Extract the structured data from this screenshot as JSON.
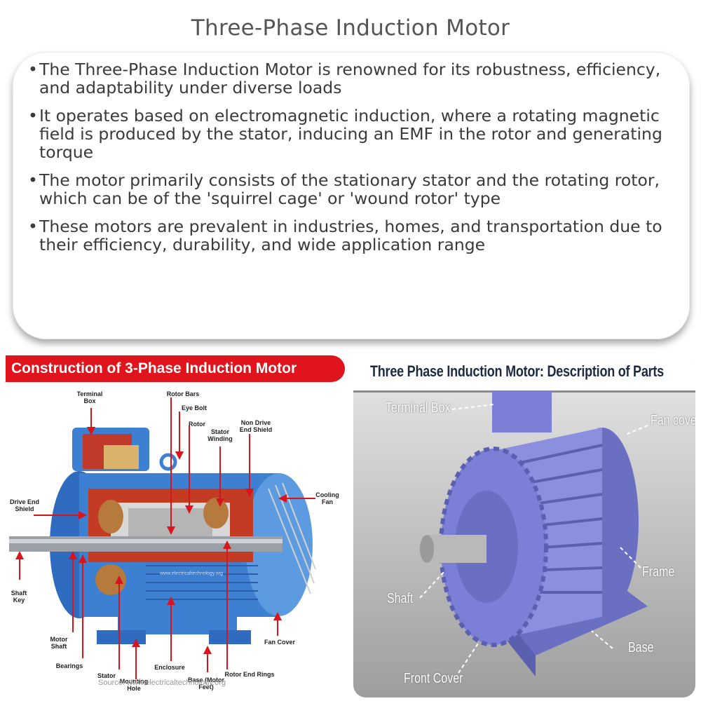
{
  "title": "Three-Phase Induction Motor",
  "bullets": [
    "The Three-Phase Induction Motor is renowned for its robustness, efficiency, and adaptability under diverse loads",
    "It operates based on electromagnetic induction, where a rotating magnetic field is produced by the stator, inducing an EMF in the rotor and generating torque",
    "The motor primarily consists of the stationary stator and the rotating rotor, which can be of the 'squirrel cage' or 'wound rotor' type",
    "These motors are prevalent in industries, homes, and transportation due to their efficiency, durability, and wide application range"
  ],
  "left_image": {
    "banner": "Construction of 3-Phase Induction Motor",
    "labels": {
      "terminal_box": "Terminal Box",
      "rotor_bars": "Rotor Bars",
      "eye_bolt": "Eye Bolt",
      "rotor": "Rotor",
      "stator_winding": "Stator Winding",
      "non_drive_end_shield": "Non Drive End Shield",
      "drive_end_shield": "Drive End Shield",
      "cooling_fan": "Cooling Fan",
      "shaft_key": "Shaft Key",
      "motor_shaft": "Motor Shaft",
      "bearings": "Bearings",
      "stator": "Stator",
      "mounting_hole": "Mounting Hole",
      "enclosure": "Enclosure",
      "base": "Base (Motor Feet)",
      "rotor_end_rings": "Rotor End Rings",
      "fan_cover": "Fan Cover"
    },
    "watermark": "www.electricaltechnology.org",
    "source": "Source: www.electricaltechnology.org"
  },
  "right_image": {
    "banner": "Three Phase Induction Motor: Description of Parts",
    "labels": {
      "terminal_box": "Terminal Box",
      "fan_cover": "Fan cover",
      "frame": "Frame",
      "shaft": "Shaft",
      "base": "Base",
      "front_cover": "Front Cover"
    }
  },
  "colors": {
    "banner_red": "#e0141c",
    "motor_blue": "#3d7fd0",
    "motor_purple": "#7b7fd6",
    "label_arrow_red": "#d8141c"
  }
}
